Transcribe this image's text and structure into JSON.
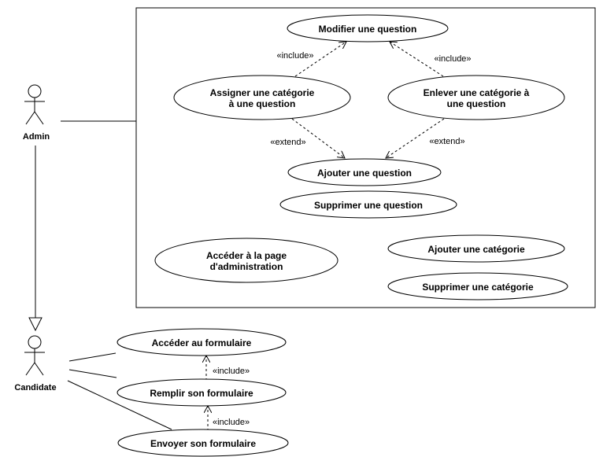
{
  "actors": [
    {
      "id": "admin",
      "label": "Admin"
    },
    {
      "id": "candidate",
      "label": "Candidate"
    }
  ],
  "use_cases": [
    {
      "id": "modifier",
      "lines": [
        "Modifier une question"
      ]
    },
    {
      "id": "assigner",
      "lines": [
        "Assigner une catégorie",
        "à une question"
      ]
    },
    {
      "id": "enlever",
      "lines": [
        "Enlever une catégorie à",
        "une question"
      ]
    },
    {
      "id": "ajouter_q",
      "lines": [
        "Ajouter une question"
      ]
    },
    {
      "id": "supprimer_q",
      "lines": [
        "Supprimer une question"
      ]
    },
    {
      "id": "acceder_admin",
      "lines": [
        "Accéder à la page",
        "d'administration"
      ]
    },
    {
      "id": "ajouter_cat",
      "lines": [
        "Ajouter une catégorie"
      ]
    },
    {
      "id": "supprimer_cat",
      "lines": [
        "Supprimer une catégorie"
      ]
    },
    {
      "id": "acceder_form",
      "lines": [
        "Accéder au formulaire"
      ]
    },
    {
      "id": "remplir_form",
      "lines": [
        "Remplir son formulaire"
      ]
    },
    {
      "id": "envoyer_form",
      "lines": [
        "Envoyer son formulaire"
      ]
    }
  ],
  "relations": [
    {
      "id": "r1",
      "label": "«include»"
    },
    {
      "id": "r2",
      "label": "«include»"
    },
    {
      "id": "r3",
      "label": "«extend»"
    },
    {
      "id": "r4",
      "label": "«extend»"
    },
    {
      "id": "r5",
      "label": "«include»"
    },
    {
      "id": "r6",
      "label": "«include»"
    }
  ],
  "colors": {
    "line": "#000000",
    "fill": "#ffffff"
  }
}
